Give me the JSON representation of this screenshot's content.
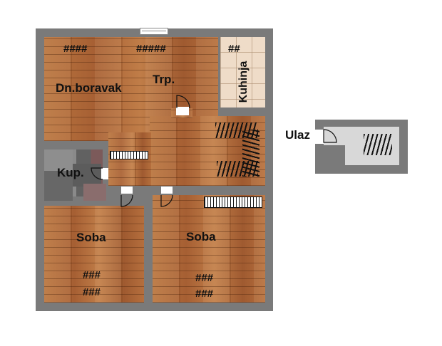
{
  "rooms": {
    "living": {
      "name": "Dn.boravak",
      "code_left": "####",
      "code_right": "#####"
    },
    "hall": {
      "name": "Trp."
    },
    "kitchen": {
      "name": "Kuhinja",
      "code": "##"
    },
    "bathroom": {
      "name": "Kup."
    },
    "room_left": {
      "name": "Soba",
      "code_1": "###",
      "code_2": "###"
    },
    "room_right": {
      "name": "Soba",
      "code_1": "###",
      "code_2": "###"
    },
    "entrance": {
      "name": "Ulaz"
    }
  },
  "colors": {
    "wall": "#7a7a7a",
    "wood": "#b06a3c",
    "kitchen_tile": "#efdcc8",
    "entrance_floor": "#d8d8d8"
  }
}
